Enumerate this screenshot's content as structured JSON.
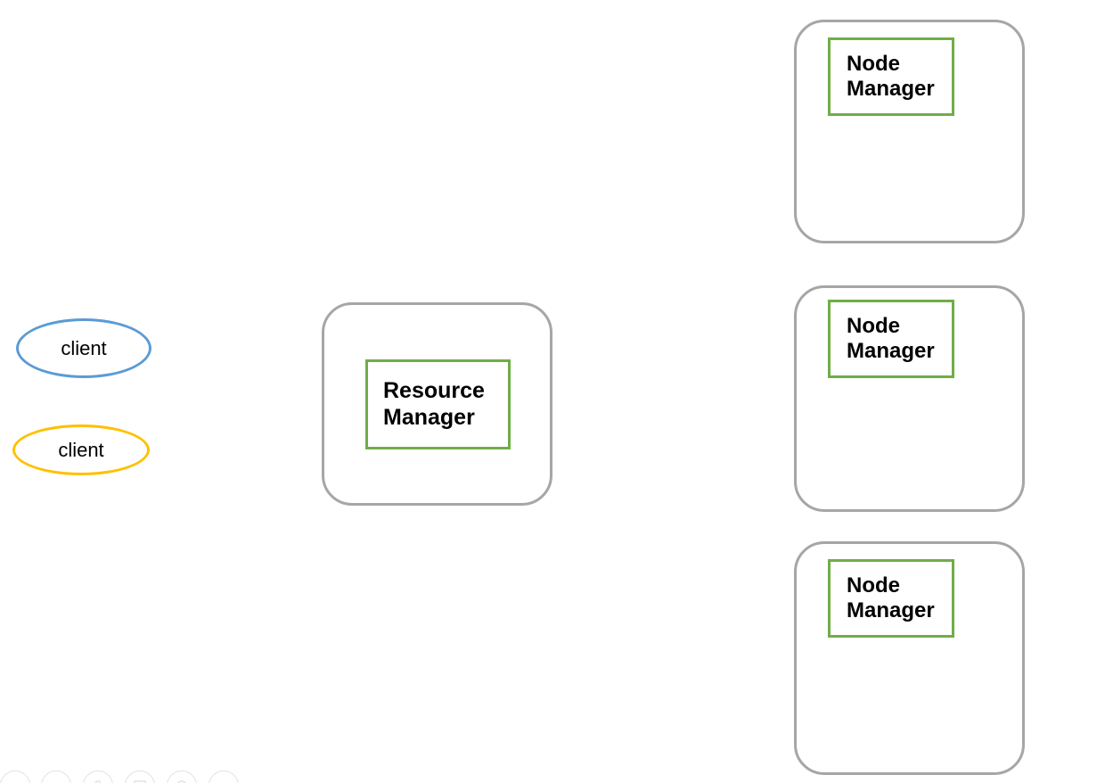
{
  "diagram": {
    "background_color": "#ffffff",
    "colors": {
      "client_blue": "#5b9bd5",
      "client_yellow": "#ffc000",
      "service_green": "#70ad47",
      "host_gray": "#a6a6a6",
      "text_black": "#000000",
      "toolbar_gray": "#e2e2e2"
    },
    "clients": [
      {
        "label": "client",
        "accent": "#5b9bd5",
        "shape": "ellipse"
      },
      {
        "label": "client",
        "accent": "#ffc000",
        "shape": "ellipse"
      }
    ],
    "resource_manager": {
      "service_label": "Resource\nManager",
      "host_shape": "rounded-rectangle"
    },
    "node_managers": [
      {
        "service_label": "Node\nManager",
        "host_shape": "rounded-rectangle"
      },
      {
        "service_label": "Node\nManager",
        "host_shape": "rounded-rectangle"
      },
      {
        "service_label": "Node\nManager",
        "host_shape": "rounded-rectangle"
      }
    ]
  },
  "toolbar": {
    "icons": [
      {
        "name": "circle-icon-1",
        "glyph": ""
      },
      {
        "name": "circle-icon-2",
        "glyph": ""
      },
      {
        "name": "circle-icon-3",
        "glyph": ""
      },
      {
        "name": "circle-icon-4",
        "glyph": ""
      },
      {
        "name": "circle-icon-5",
        "glyph": ""
      },
      {
        "name": "circle-icon-6",
        "glyph": ""
      }
    ]
  }
}
